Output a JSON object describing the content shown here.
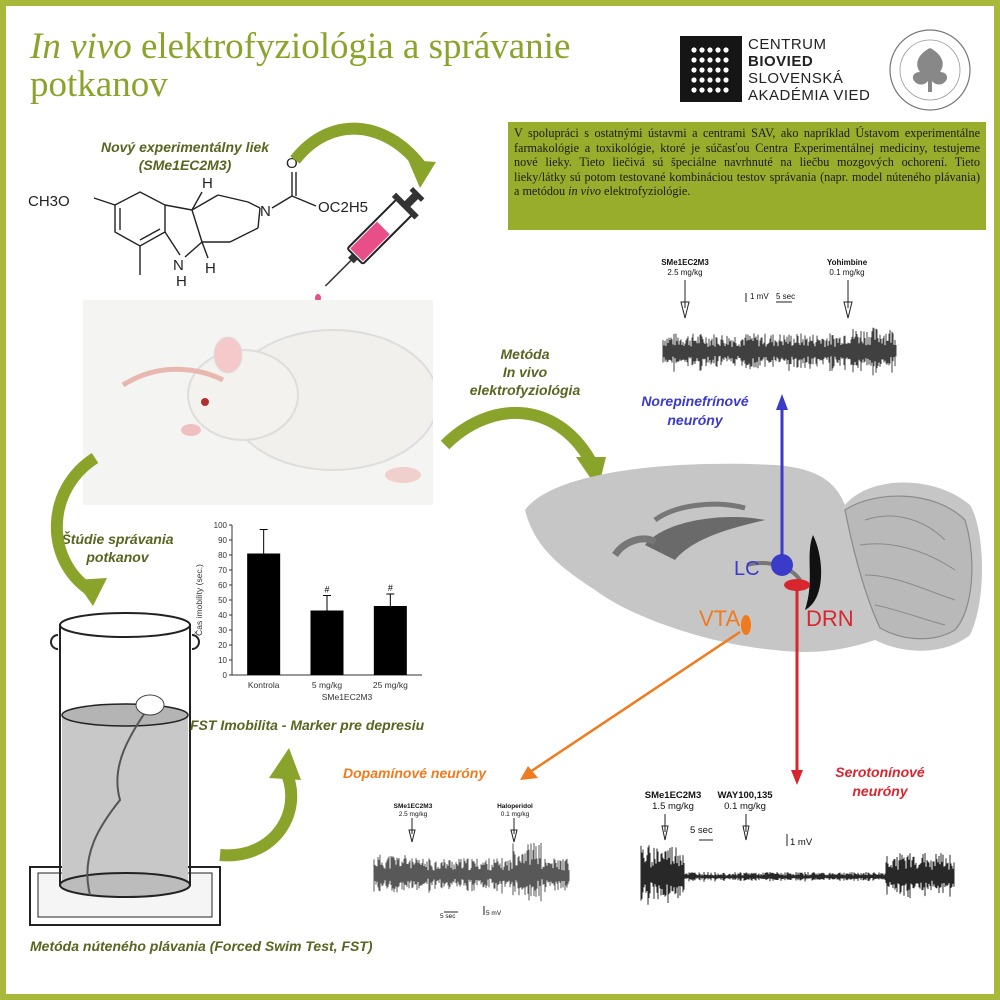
{
  "title": {
    "italic": "In vivo",
    "rest": " elektrofyziológia a správanie",
    "line2": "potkanov"
  },
  "logo": {
    "line1": "CENTRUM",
    "line2": "BIOVIED",
    "line3": "SLOVENSKÁ",
    "line4": "AKADÉMIA VIED"
  },
  "info": {
    "text_before": "V spolupráci s ostatnými ústavmi a centrami SAV, ako napríklad Ústavom experimentálne farmakológie a toxikológie, ktoré je súčasťou Centra Experimentálnej mediciny, testujeme nové lieky. Tieto liečivá sú špeciálne navrhnuté na liečbu mozgových ochorení. Tieto lieky/látky sú potom testované kombináciou testov správania (napr. model núteného plávania) a metódou ",
    "text_italic": "in vivo",
    "text_after": " elektrofyziológie."
  },
  "drug": {
    "line1": "Nový experimentálny liek",
    "line2": "(SMe1EC2M3)"
  },
  "chem": {
    "och3": "CH3O",
    "h1": "H",
    "h2": "H",
    "n": "N",
    "nh": "N",
    "nh_h": "H",
    "o": "O",
    "oc2h5": "OC2H5"
  },
  "labels": {
    "method_ephys_1": "Metóda",
    "method_ephys_2": "In vivo",
    "method_ephys_3": "elektrofyziológia",
    "behavior_1": "Štúdie správania",
    "behavior_2": "potkanov",
    "fst_marker": "FST Imobilita - Marker pre depresiu",
    "fst_method": "Metóda núteného plávania (Forced Swim Test, FST)",
    "norepi_1": "Norepinefrínové",
    "norepi_2": "neuróny",
    "dopa": "Dopamínové neuróny",
    "sero_1": "Serotonínové",
    "sero_2": "neuróny",
    "lc": "LC",
    "vta": "VTA",
    "drn": "DRN"
  },
  "colors": {
    "olive": "#98ad2c",
    "border": "#a8b83a",
    "blue": "#3a3bc8",
    "orange": "#f07a1e",
    "red": "#d8262e"
  },
  "trace_ne": {
    "drug": "SMe1EC2M3",
    "dose": "2.5 mg/kg",
    "drug2": "Yohimbine",
    "dose2": "0.1 mg/kg",
    "scale_v": "1 mV",
    "scale_t": "5 sec"
  },
  "trace_da": {
    "drug": "SMe1EC2M3",
    "dose": "2.5 mg/kg",
    "drug2": "Haloperidol",
    "dose2": "0.1 mg/kg",
    "scale_t": "5 sec",
    "scale_v": "5 mV"
  },
  "trace_5ht": {
    "drug": "SMe1EC2M3",
    "dose": "1.5 mg/kg",
    "drug2": "WAY100,135",
    "dose2": "0.1 mg/kg",
    "scale_t": "5 sec",
    "scale_v": "1 mV"
  },
  "chart_data": {
    "type": "bar",
    "categories": [
      "Kontrola",
      "5 mg/kg",
      "25 mg/kg"
    ],
    "values": [
      81,
      43,
      46
    ],
    "errors": [
      16,
      10,
      8
    ],
    "annotations": [
      "",
      "#",
      "#"
    ],
    "xlabel": "SMe1EC2M3",
    "ylabel": "Čas imobility (sec.)",
    "ylim": [
      0,
      100
    ],
    "yticks": [
      0,
      10,
      20,
      30,
      40,
      50,
      60,
      70,
      80,
      90,
      100
    ]
  }
}
